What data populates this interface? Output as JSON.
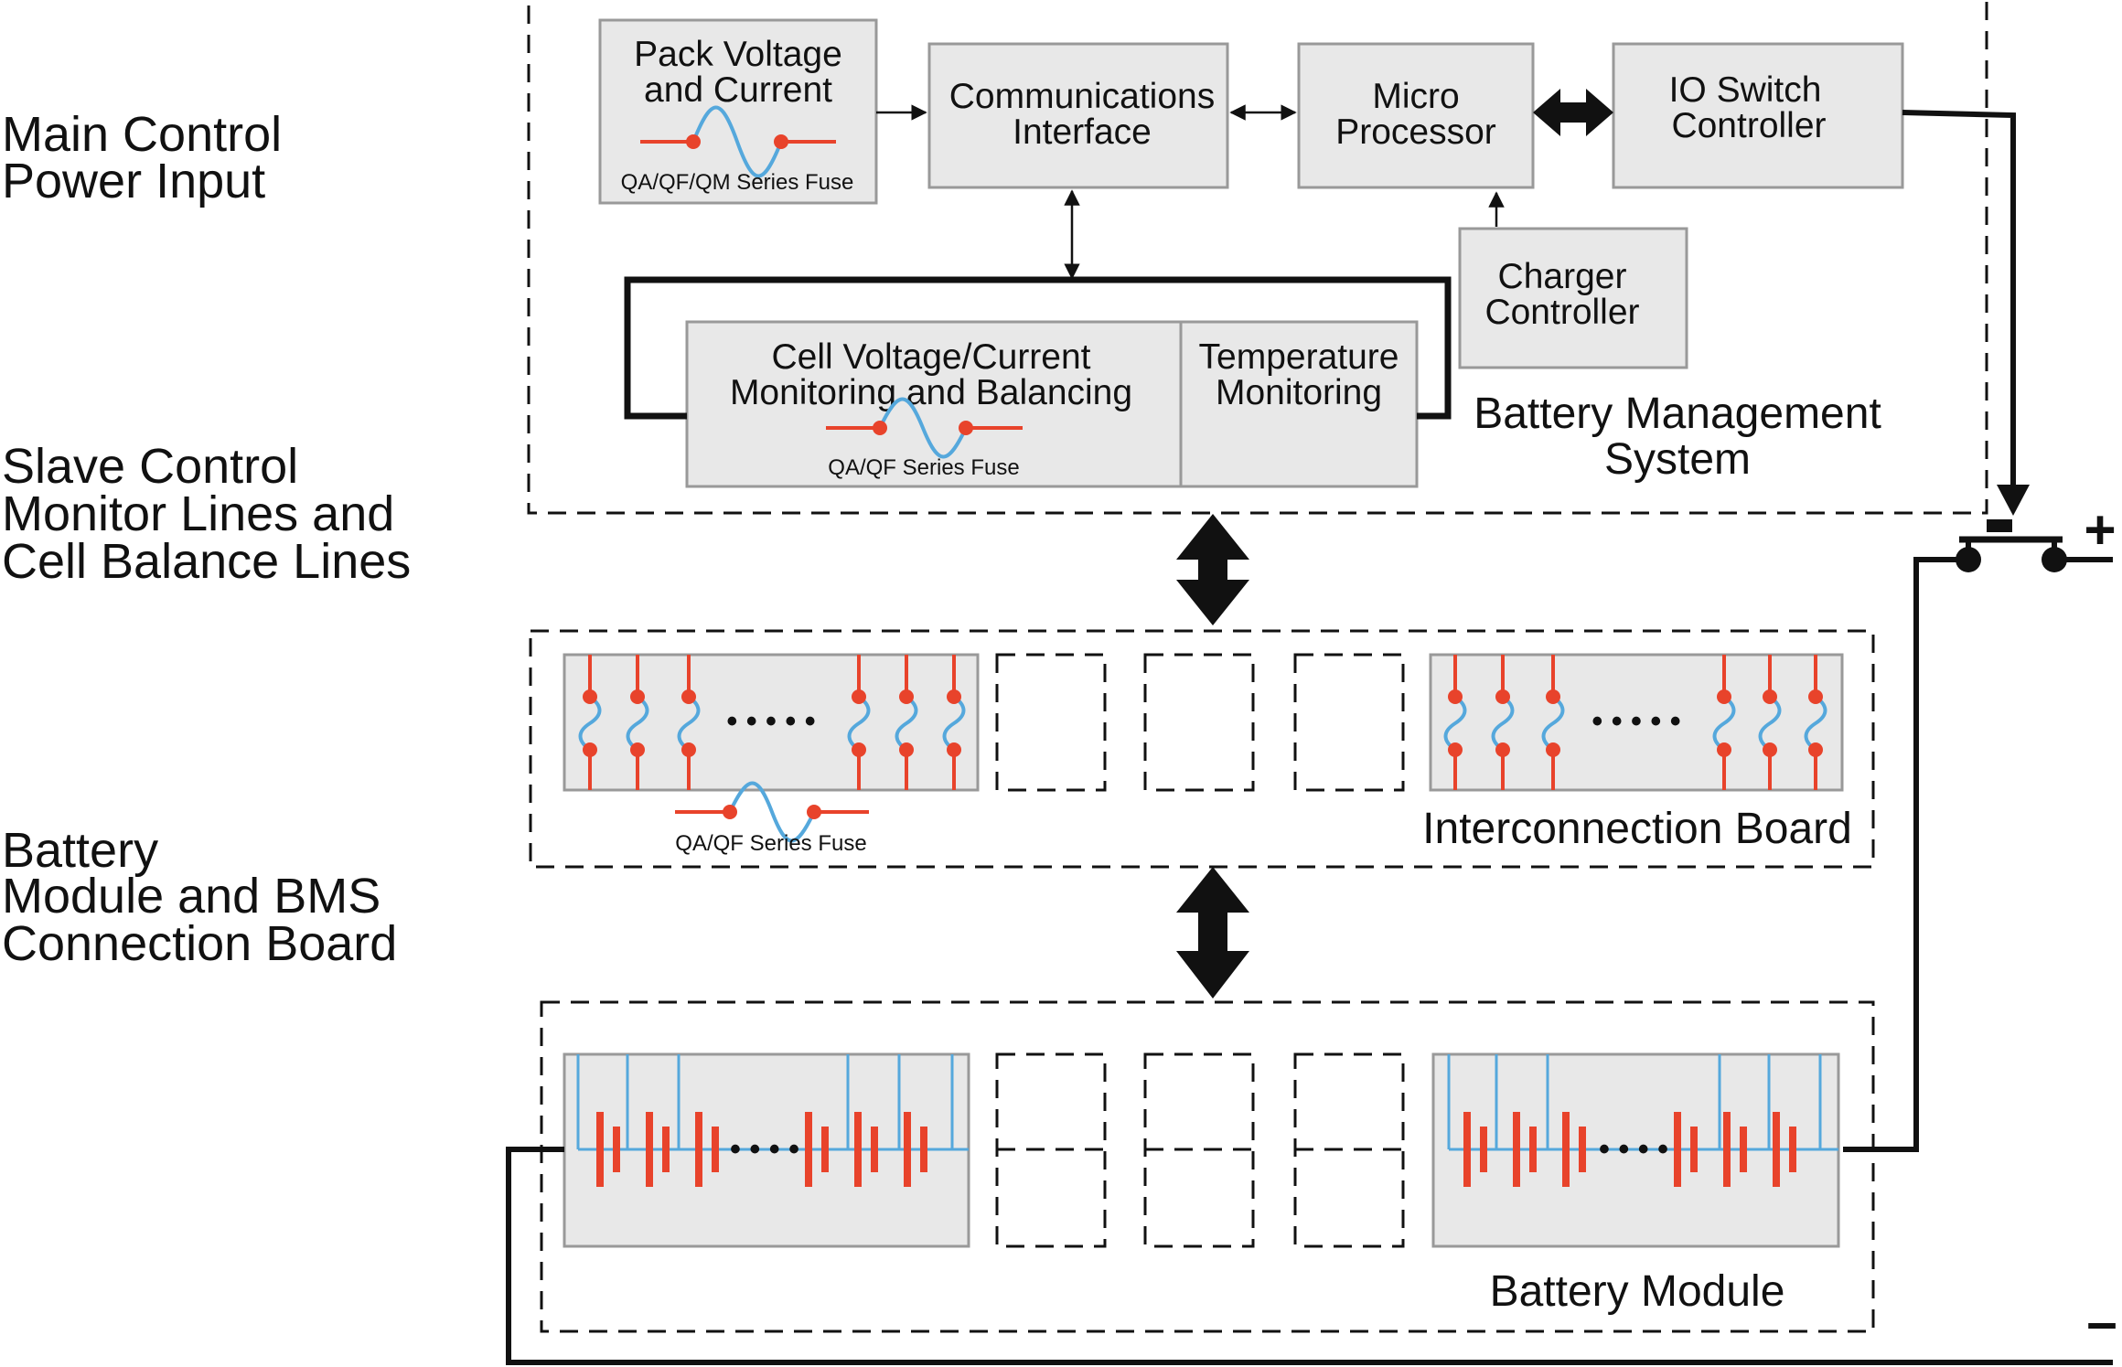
{
  "side_labels": {
    "main_control": [
      "Main Control",
      "Power Input"
    ],
    "slave_control": [
      "Slave Control",
      "Monitor Lines and",
      "Cell Balance Lines"
    ],
    "battery_module": [
      "Battery",
      "Module and BMS",
      "Connection Board"
    ]
  },
  "bms": {
    "label": [
      "Battery Management",
      "System"
    ],
    "pack_voltage": {
      "label": [
        "Pack Voltage",
        "and Current"
      ],
      "fuse": "QA/QF/QM Series Fuse"
    },
    "communications": {
      "label": [
        "Communications",
        "Interface"
      ]
    },
    "micro": {
      "label": [
        "Micro",
        "Processor"
      ]
    },
    "io_switch": {
      "label": [
        "IO Switch",
        "Controller"
      ]
    },
    "charger": {
      "label": [
        "Charger",
        "Controller"
      ]
    },
    "cell_monitoring": {
      "label": [
        "Cell Voltage/Current",
        "Monitoring and Balancing"
      ],
      "fuse": "QA/QF Series Fuse"
    },
    "temperature": {
      "label": [
        "Temperature",
        "Monitoring"
      ]
    }
  },
  "interconnection": {
    "label": "Interconnection Board",
    "fuse": "QA/QF Series Fuse",
    "ellipsis": "• • • • •"
  },
  "battery_module_region": {
    "label": "Battery Module",
    "ellipsis": "• • • •"
  },
  "terminals": {
    "positive": "+",
    "negative": "–"
  },
  "colors": {
    "fuse_line": "#e8432b",
    "fuse_wave": "#55a8dc",
    "box_fill": "#e8e8e8",
    "box_stroke": "#999999",
    "ink": "#111111"
  }
}
